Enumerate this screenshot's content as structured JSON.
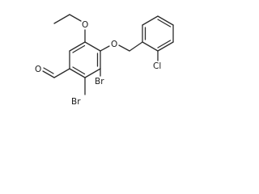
{
  "molecule": {
    "atoms": {
      "ethoxy_oxygen": "O",
      "ether_oxygen": "O",
      "aldehyde_oxygen": "O",
      "bromine_upper": "Br",
      "bromine_lower": "Br",
      "chlorine": "Cl"
    }
  },
  "colors": {
    "bond": "#2b2b2b",
    "label": "#1a1a1a",
    "background": "#ffffff"
  }
}
